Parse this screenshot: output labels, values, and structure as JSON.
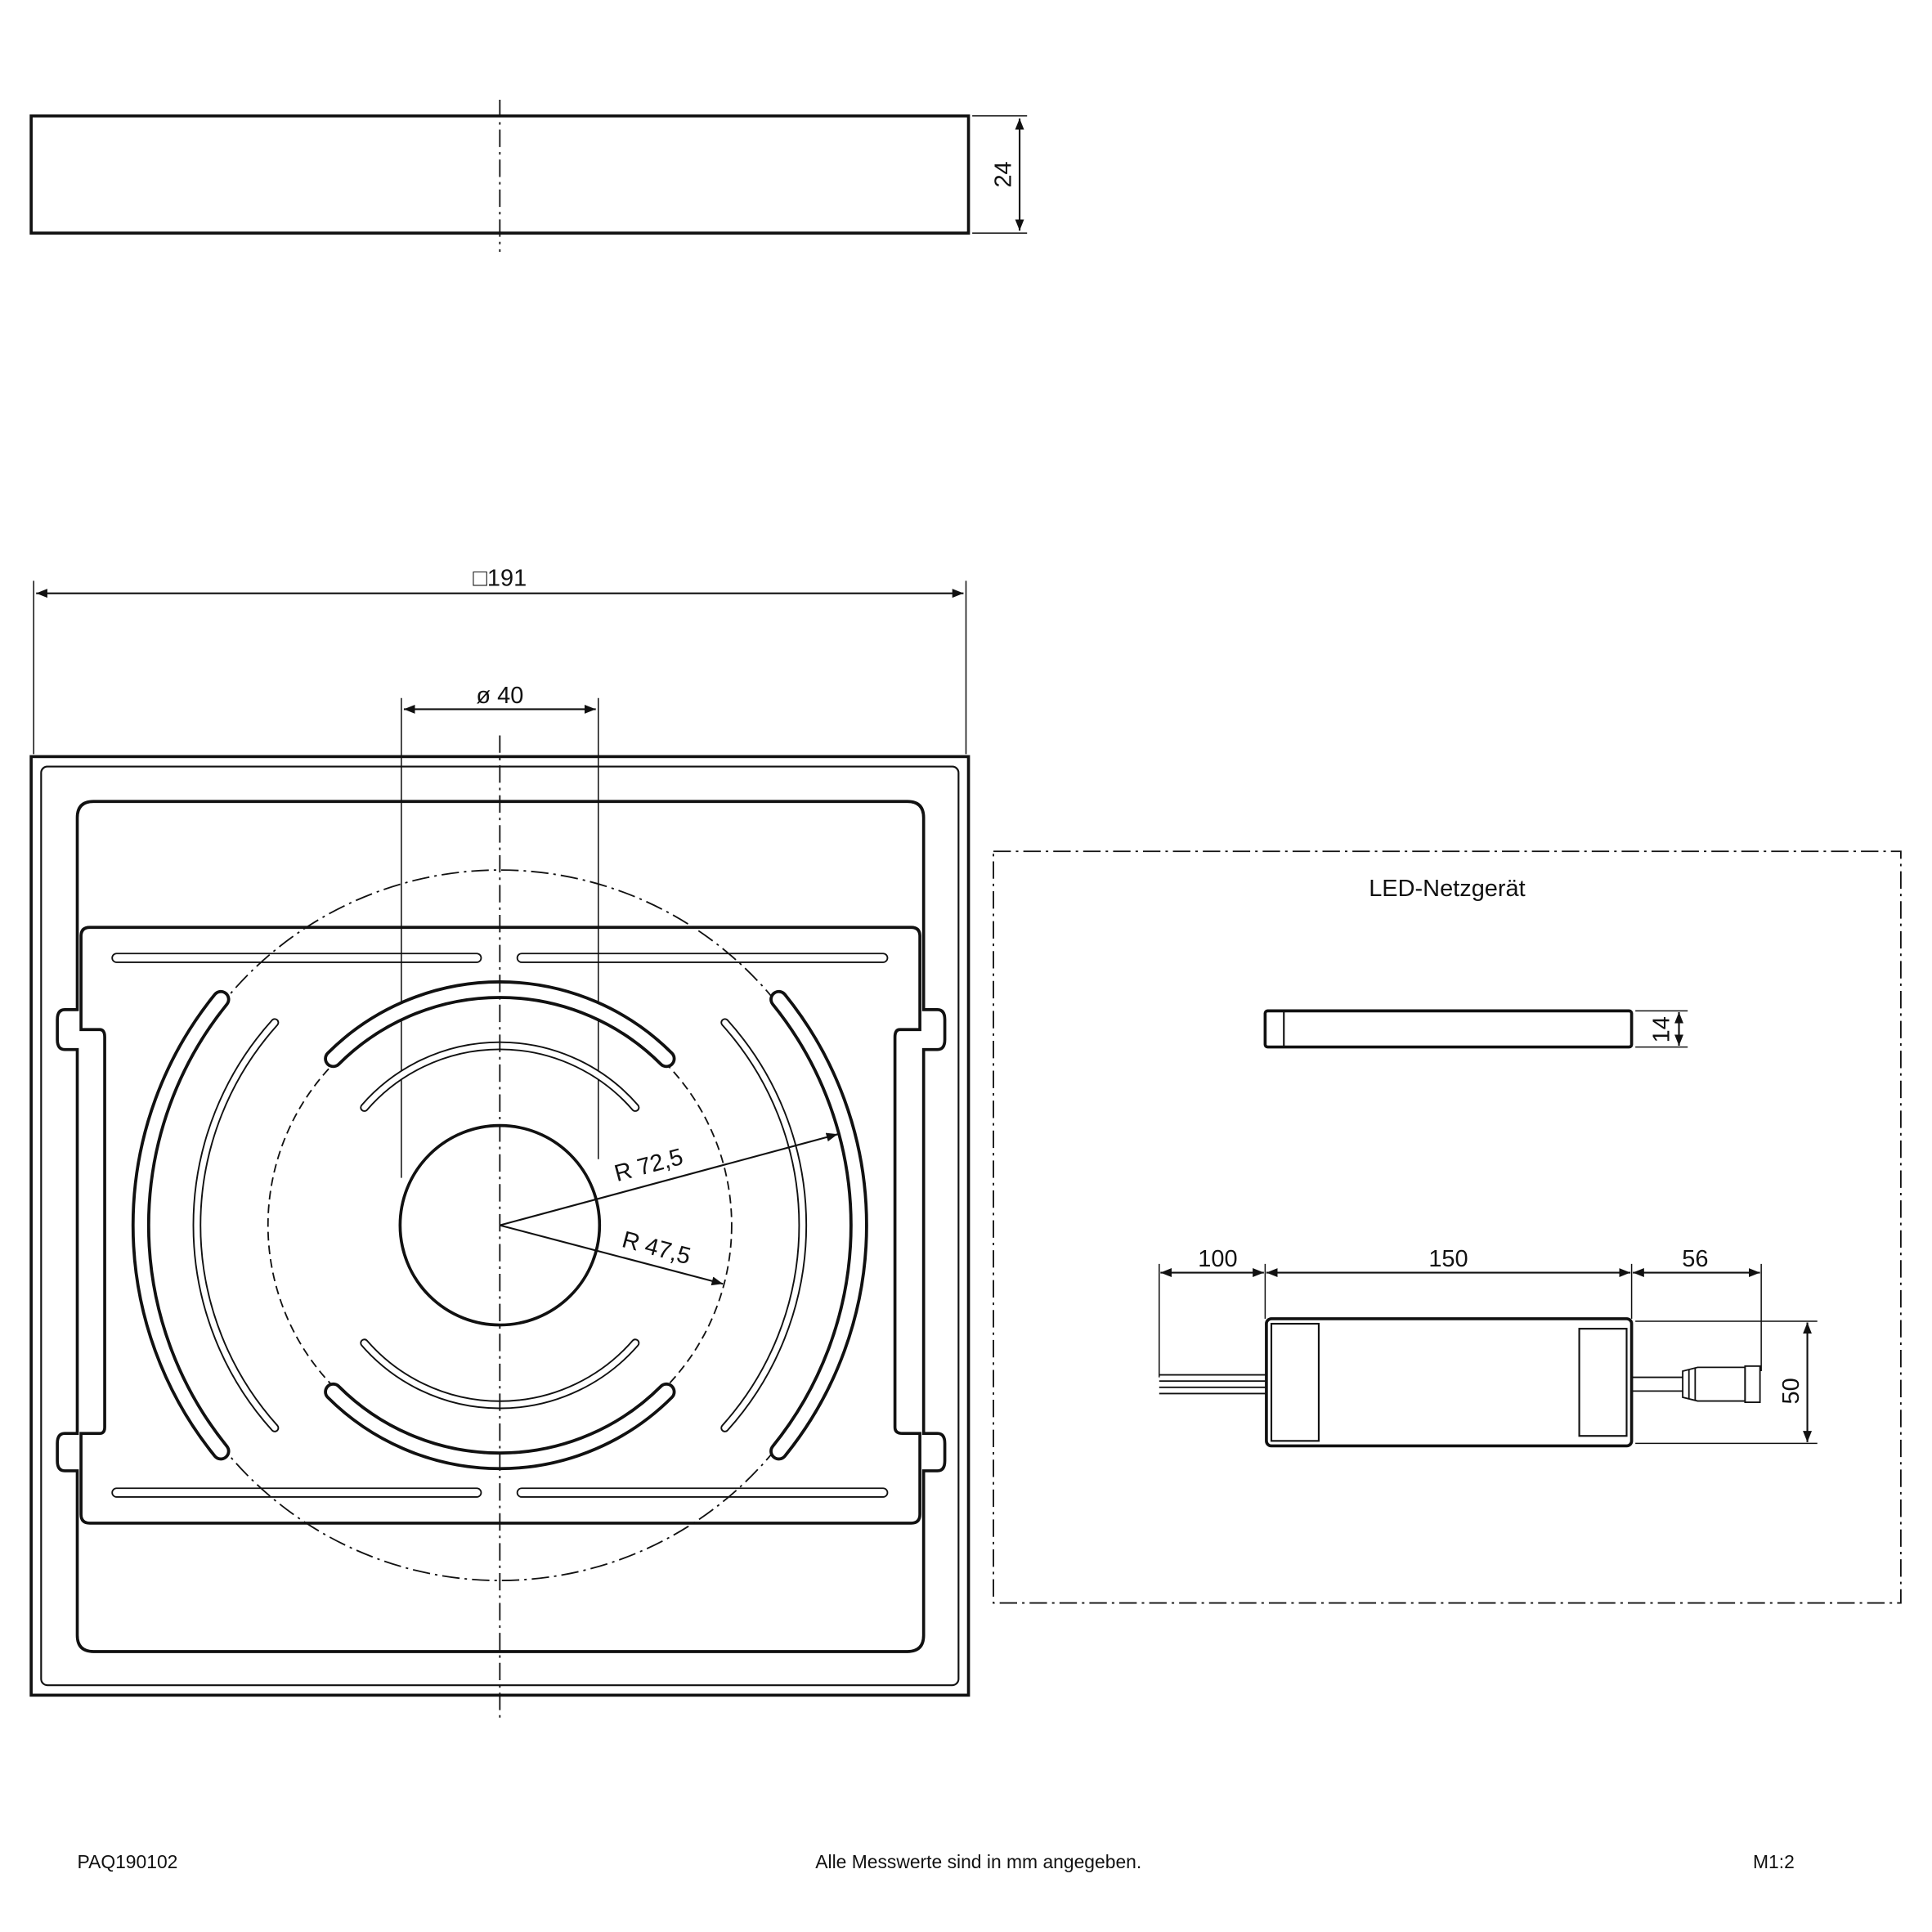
{
  "drawing": {
    "side_view": {
      "height_dim": "24"
    },
    "top_view": {
      "width_dim": "□191",
      "diameter_dim": "ø 40",
      "radius_outer": "R 72,5",
      "radius_inner": "R 47,5"
    },
    "driver": {
      "title": "LED-Netzgerät",
      "thickness_dim": "14",
      "cable_in_dim": "100",
      "length_dim": "150",
      "cable_out_dim": "56",
      "width_dim": "50"
    }
  },
  "footer": {
    "article_number": "PAQ190102",
    "note": "Alle Messwerte sind in mm angegeben.",
    "scale": "M1:2"
  }
}
